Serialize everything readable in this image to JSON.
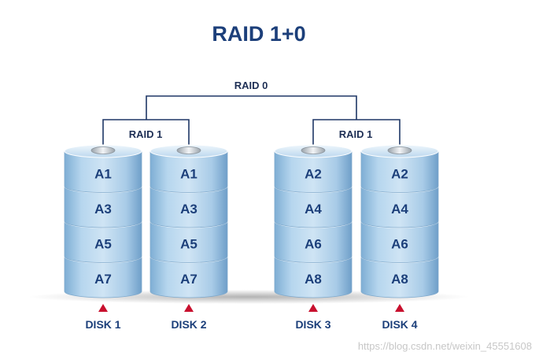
{
  "title": "RAID 1+0",
  "raid0_label": "RAID 0",
  "mirror_groups": [
    {
      "label": "RAID 1"
    },
    {
      "label": "RAID 1"
    }
  ],
  "disks": [
    {
      "label": "DISK 1",
      "blocks": [
        "A1",
        "A3",
        "A5",
        "A7"
      ]
    },
    {
      "label": "DISK 2",
      "blocks": [
        "A1",
        "A3",
        "A5",
        "A7"
      ]
    },
    {
      "label": "DISK 3",
      "blocks": [
        "A2",
        "A4",
        "A6",
        "A8"
      ]
    },
    {
      "label": "DISK 4",
      "blocks": [
        "A2",
        "A4",
        "A6",
        "A8"
      ]
    }
  ],
  "watermark": "https://blog.csdn.net/weixin_45551608",
  "colors": {
    "title": "#1c3f7a",
    "connector": "#1e3766",
    "disk_body": "#a9cde8",
    "disk_top": "#d4e8f6",
    "arrow": "#c8102e"
  }
}
